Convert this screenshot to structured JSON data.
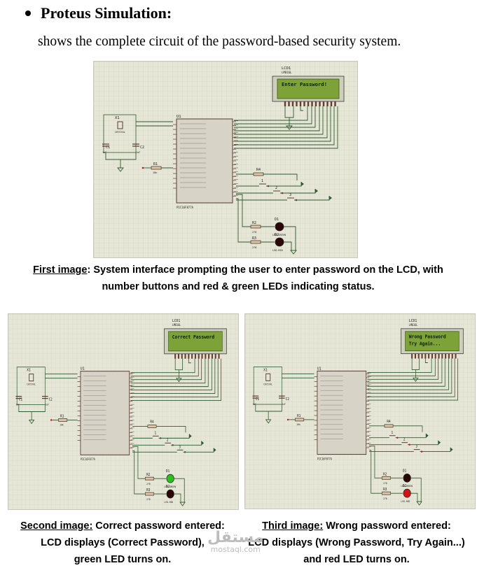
{
  "document": {
    "heading": "Proteus Simulation:",
    "intro": "shows the complete circuit of the password-based security system."
  },
  "figures": [
    {
      "lcd_line1": "Enter Password!",
      "lcd_line2": "",
      "green_led_on": false,
      "red_led_on": false
    },
    {
      "lcd_line1": "Correct Password",
      "lcd_line2": "",
      "green_led_on": true,
      "red_led_on": false
    },
    {
      "lcd_line1": "Wrong Password",
      "lcd_line2": "Try Again...",
      "green_led_on": false,
      "red_led_on": true
    }
  ],
  "schematic_labels": {
    "lcd": "LCD1",
    "lcd_model": "LM016L",
    "mcu": "U1",
    "mcu_model": "PIC16F877A",
    "crystal": "X1",
    "crystal_type": "CRYSTAL",
    "c1": "C1",
    "c2": "C2",
    "cap_value": "1uF",
    "r1": "R1",
    "r1_value": "10k",
    "r4": "R4",
    "r2": "R2",
    "r3": "R3",
    "led_r_value": "270",
    "d1": "D1",
    "d1_type": "LED-GREEN",
    "d2": "D2",
    "d2_type": "LED-RED",
    "btn1": "1",
    "btn2": "2",
    "btn3": "3"
  },
  "captions": {
    "first": {
      "label": "First image",
      "text_line1": ": System interface prompting the user to enter password on the LCD, with",
      "text_line2": "number buttons and red & green LEDs indicating status."
    },
    "second": {
      "label": "Second image:",
      "text_line1": " Correct password entered:",
      "text_line2": "LCD displays (Correct Password),",
      "text_line3": "green LED turns on."
    },
    "third": {
      "label": "Third image:",
      "text_line1": " Wrong password entered:",
      "text_line2": "LCD displays (Wrong Password, Try Again...)",
      "text_line3": "and red LED turns on."
    }
  },
  "watermark": {
    "arabic": "مستقل",
    "latin": "mostaql.com"
  },
  "colors": {
    "grid_bg": "#e6e6d6",
    "grid_line": "#cfcfbf",
    "wire": "#2e5a2e",
    "component": "#5a3a32",
    "lcd_bg": "#7da237",
    "lcd_text": "#0a1e0a",
    "led_green_on": "#2bbf1c",
    "led_red_on": "#d41414",
    "led_off": "#2a0606"
  }
}
